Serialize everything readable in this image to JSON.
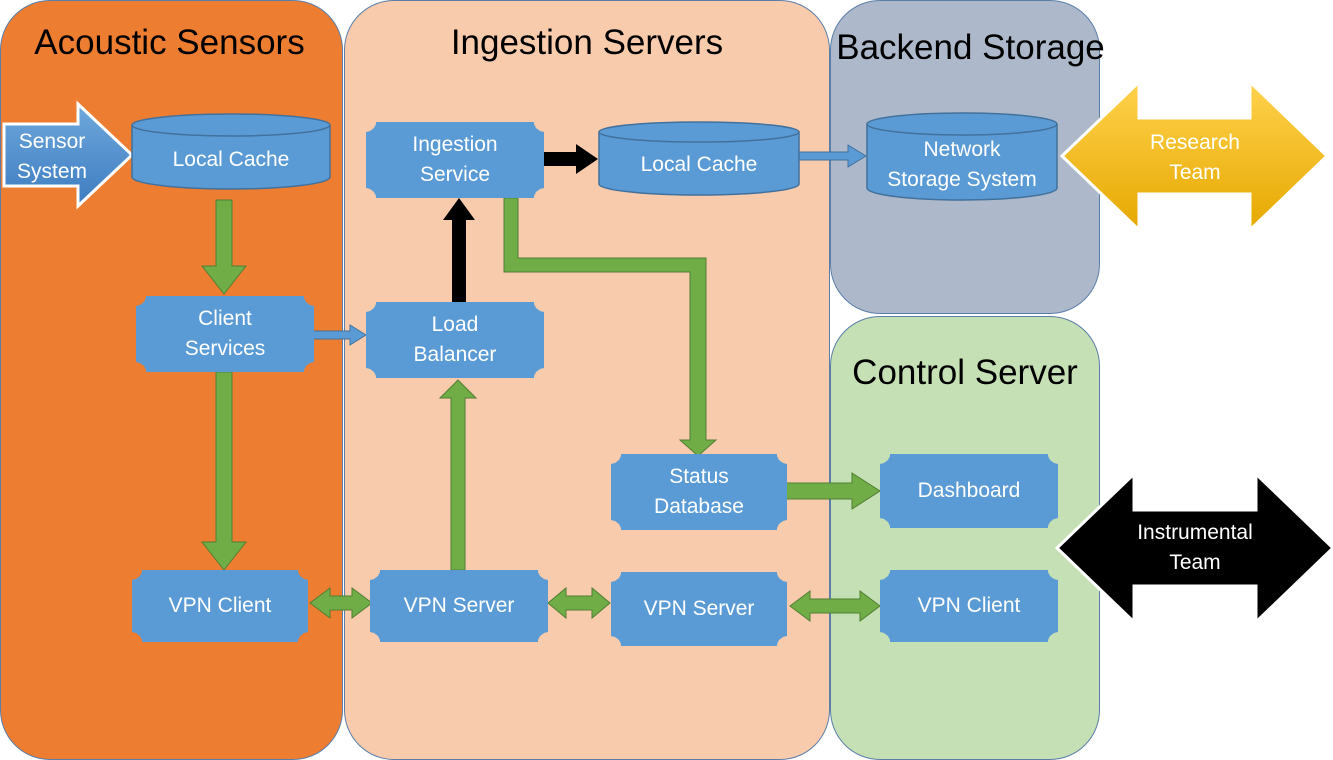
{
  "colors": {
    "acoustic": "#ed7d31",
    "ingestion": "#f8cbad",
    "backend": "#adb9ca",
    "control": "#c5e0b4",
    "node": "#5b9bd5",
    "node_border": "#41719c",
    "green_arrow": "#70ad47",
    "black_arrow": "#000000",
    "research": "#ffc000"
  },
  "regions": {
    "acoustic_sensors": "Acoustic Sensors",
    "ingestion_servers": "Ingestion Servers",
    "backend_storage": "Backend Storage",
    "control_server": "Control Server"
  },
  "nodes": {
    "sensor_system": "Sensor\nSystem",
    "sensor_local_cache": "Local Cache",
    "client_services": "Client\nServices",
    "sensor_vpn_client": "VPN Client",
    "ingestion_service": "Ingestion\nService",
    "ingestion_local_cache": "Local Cache",
    "load_balancer": "Load\nBalancer",
    "status_database": "Status\nDatabase",
    "ingestion_vpn_server": "VPN Server",
    "control_vpn_server": "VPN Server",
    "network_storage": "Network\nStorage System",
    "dashboard": "Dashboard",
    "control_vpn_client": "VPN Client",
    "research_team": "Research\nTeam",
    "instrumental_team": "Instrumental\nTeam"
  }
}
